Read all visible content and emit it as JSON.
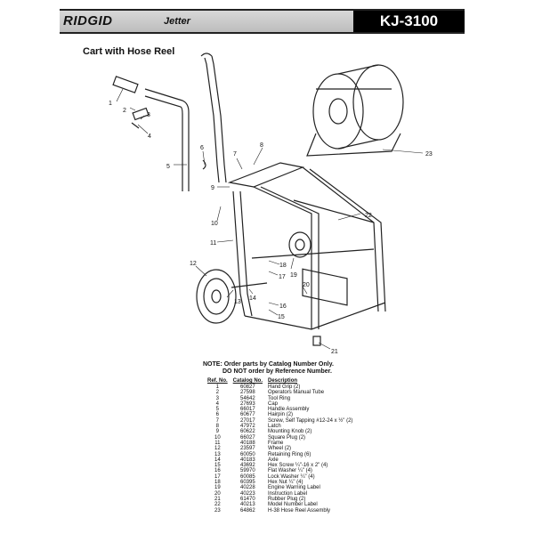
{
  "header": {
    "brand": "RIDGID",
    "product": "Jetter",
    "model": "KJ-3100"
  },
  "title": "Cart with Hose Reel",
  "callouts": [
    "1",
    "2",
    "3",
    "4",
    "5",
    "6",
    "7",
    "8",
    "9",
    "10",
    "11",
    "12",
    "13",
    "14",
    "15",
    "16",
    "17",
    "18",
    "19",
    "20",
    "21",
    "22",
    "23"
  ],
  "note": {
    "line1": "NOTE: Order parts by Catalog Number Only.",
    "line2": "DO NOT order by Reference Number."
  },
  "table": {
    "headers": {
      "ref": "Ref. No.",
      "catalog": "Catalog No.",
      "description": "Description"
    },
    "rows": [
      {
        "ref": "1",
        "cat": "60827",
        "desc": "Hand Grip (2)"
      },
      {
        "ref": "2",
        "cat": "27598",
        "desc": "Operators Manual Tube"
      },
      {
        "ref": "3",
        "cat": "54642",
        "desc": "Tool Ring"
      },
      {
        "ref": "4",
        "cat": "27693",
        "desc": "Cap"
      },
      {
        "ref": "5",
        "cat": "66017",
        "desc": "Handle Assembly"
      },
      {
        "ref": "6",
        "cat": "60677",
        "desc": "Hairpin (2)"
      },
      {
        "ref": "7",
        "cat": "27017",
        "desc": "Screw, Self Tapping #12-24 x ½\" (2)"
      },
      {
        "ref": "8",
        "cat": "47972",
        "desc": "Latch"
      },
      {
        "ref": "9",
        "cat": "60622",
        "desc": "Mounting Knob (2)"
      },
      {
        "ref": "10",
        "cat": "66027",
        "desc": "Square Plug (2)"
      },
      {
        "ref": "11",
        "cat": "40188",
        "desc": "Frame"
      },
      {
        "ref": "12",
        "cat": "23597",
        "desc": "Wheel (2)"
      },
      {
        "ref": "13",
        "cat": "60050",
        "desc": "Retaining Ring (6)"
      },
      {
        "ref": "14",
        "cat": "40183",
        "desc": "Axle"
      },
      {
        "ref": "15",
        "cat": "43692",
        "desc": "Hex Screw ¼\"-16 x 2\" (4)"
      },
      {
        "ref": "16",
        "cat": "59970",
        "desc": "Flat Washer ¼\" (4)"
      },
      {
        "ref": "17",
        "cat": "60085",
        "desc": "Lock Washer ¼\" (4)"
      },
      {
        "ref": "18",
        "cat": "60395",
        "desc": "Hex Nut ¼\" (4)"
      },
      {
        "ref": "19",
        "cat": "40228",
        "desc": "Engine Warning Label"
      },
      {
        "ref": "20",
        "cat": "40223",
        "desc": "Instruction Label"
      },
      {
        "ref": "21",
        "cat": "61470",
        "desc": "Rubber Plug (2)"
      },
      {
        "ref": "22",
        "cat": "40213",
        "desc": "Model Number Label"
      },
      {
        "ref": "23",
        "cat": "64862",
        "desc": "H-38 Hose Reel Assembly"
      }
    ]
  }
}
